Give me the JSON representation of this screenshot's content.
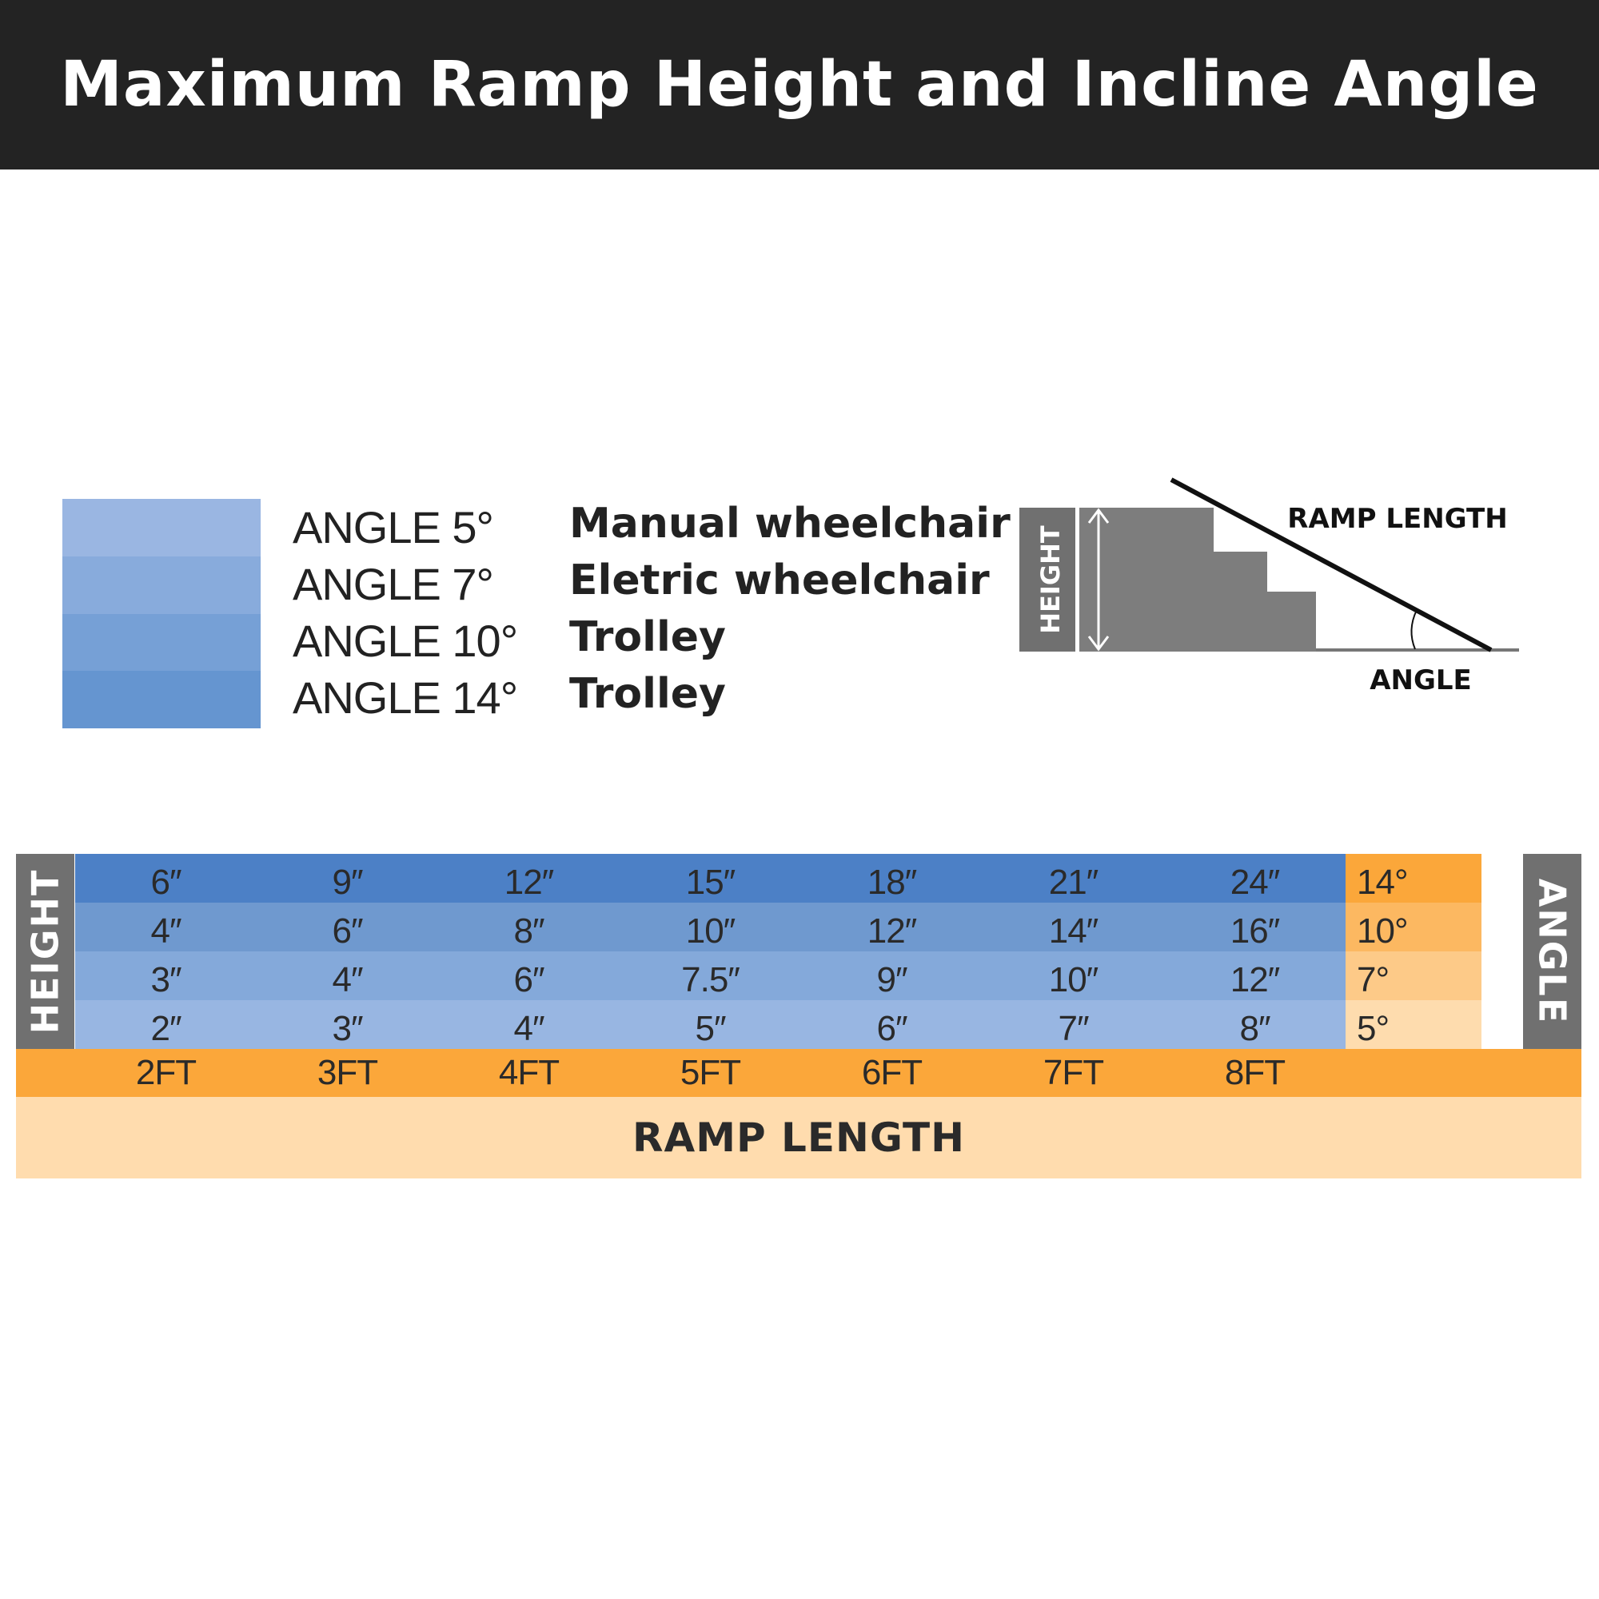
{
  "title": "Maximum Ramp Height and Incline Angle",
  "legend": [
    {
      "angle": "ANGLE 5°",
      "use": "Manual wheelchair",
      "color": "#9ab6e2"
    },
    {
      "angle": "ANGLE 7°",
      "use": "Eletric wheelchair",
      "color": "#88abdc"
    },
    {
      "angle": "ANGLE 10°",
      "use": "Trolley",
      "color": "#76a0d6"
    },
    {
      "angle": "ANGLE 14°",
      "use": "Trolley",
      "color": "#6595d0"
    }
  ],
  "diagram": {
    "height_label": "HEIGHT",
    "ramp_length_label": "RAMP LENGTH",
    "angle_label": "ANGLE"
  },
  "table": {
    "height_label": "HEIGHT",
    "angle_label": "ANGLE",
    "footer_label": "RAMP LENGTH",
    "lengths": [
      "2FT",
      "3FT",
      "4FT",
      "5FT",
      "6FT",
      "7FT",
      "8FT"
    ],
    "rows": [
      {
        "heights": [
          "6″",
          "9″",
          "12″",
          "15″",
          "18″",
          "21″",
          "24″"
        ],
        "angle": "14°",
        "row_color": "#4c80c6",
        "angle_color": "#fba73a"
      },
      {
        "heights": [
          "4″",
          "6″",
          "8″",
          "10″",
          "12″",
          "14″",
          "16″"
        ],
        "angle": "10°",
        "row_color": "#6f99cf",
        "angle_color": "#fcb861"
      },
      {
        "heights": [
          "3″",
          "4″",
          "6″",
          "7.5″",
          "9″",
          "10″",
          "12″"
        ],
        "angle": "7°",
        "row_color": "#84a9da",
        "angle_color": "#fdca88"
      },
      {
        "heights": [
          "2″",
          "3″",
          "4″",
          "5″",
          "6″",
          "7″",
          "8″"
        ],
        "angle": "5°",
        "row_color": "#98b6e2",
        "angle_color": "#fedcae"
      }
    ]
  },
  "colors": {
    "header_bg": "#232323",
    "side_label_bg": "#707070",
    "length_row_bg": "#fba73a",
    "footer_bg": "#ffdcae"
  }
}
